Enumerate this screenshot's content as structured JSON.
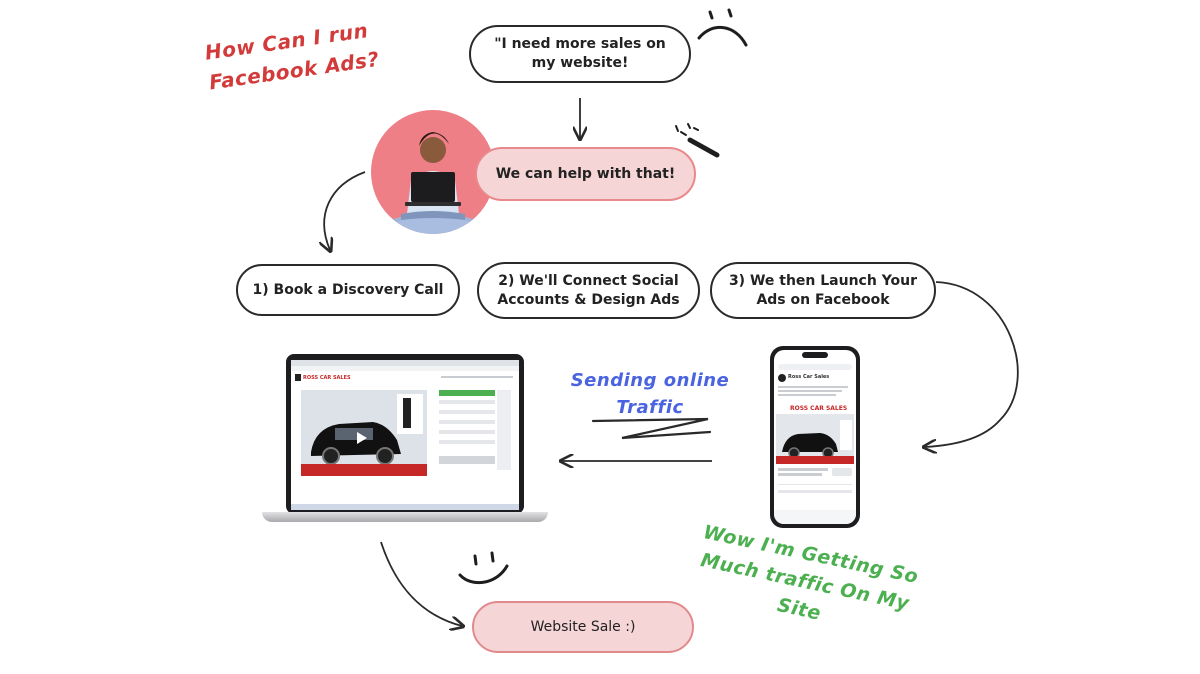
{
  "question": "How Can I run Facebook Ads?",
  "customer_quote": "\"I need more sales on my website!",
  "agency_reply": "We can help with that!",
  "steps": [
    "1) Book a Discovery Call",
    "2) We'll Connect Social Accounts & Design Ads",
    "3) We then Launch Your Ads on Facebook"
  ],
  "sending_label": "Sending online Traffic",
  "result": "Website Sale :)",
  "testimonial": "Wow I'm Getting So Much traffic On My Site",
  "mockup": {
    "brand": "ROSS CAR SALES",
    "page_name": "Ross Car Sales"
  },
  "colors": {
    "pill_border": "#2a2a2a",
    "pink_fill": "#f6d5d6",
    "pink_border": "#e9898c",
    "question_red": "#d33b3b",
    "sending_blue": "#4a63e0",
    "testimonial_green": "#4caf50",
    "avatar_pink": "#ef7f86"
  }
}
